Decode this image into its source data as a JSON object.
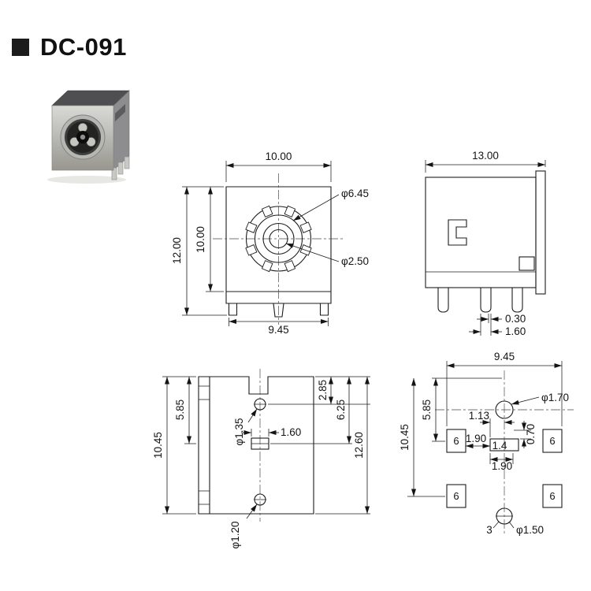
{
  "title": "DC-091",
  "colors": {
    "line": "#1c1c1c",
    "background": "#ffffff"
  },
  "front_view": {
    "width": "10.00",
    "overall_height": "12.00",
    "inner_height": "10.00",
    "base_width": "9.45",
    "shield_dia": "φ6.45",
    "pin_dia": "φ2.50"
  },
  "side_view": {
    "width": "13.00",
    "gap": "0.30",
    "pin_width": "1.60"
  },
  "profile_view": {
    "top_to_slot": "5.85",
    "top_to_pin": "10.45",
    "hole_upper_dia": "φ1.35",
    "slot_width": "1.60",
    "hole_lower_dia": "φ1.20",
    "top_to_hole": "2.85",
    "top_to_slot_center": "6.25",
    "overall_height": "12.60"
  },
  "bottom_view": {
    "width": "9.45",
    "row_span": "10.45",
    "row_offset": "5.85",
    "center_hole_dia": "φ1.70",
    "offset_a": "1.13",
    "offset_b": "0.70",
    "pad_gap": "1.90",
    "pad_height": "1.4",
    "pad_width": "1.90",
    "pads": [
      "6",
      "6",
      "6",
      "6"
    ],
    "pin_number": "3",
    "pin_dia": "φ1.50"
  }
}
